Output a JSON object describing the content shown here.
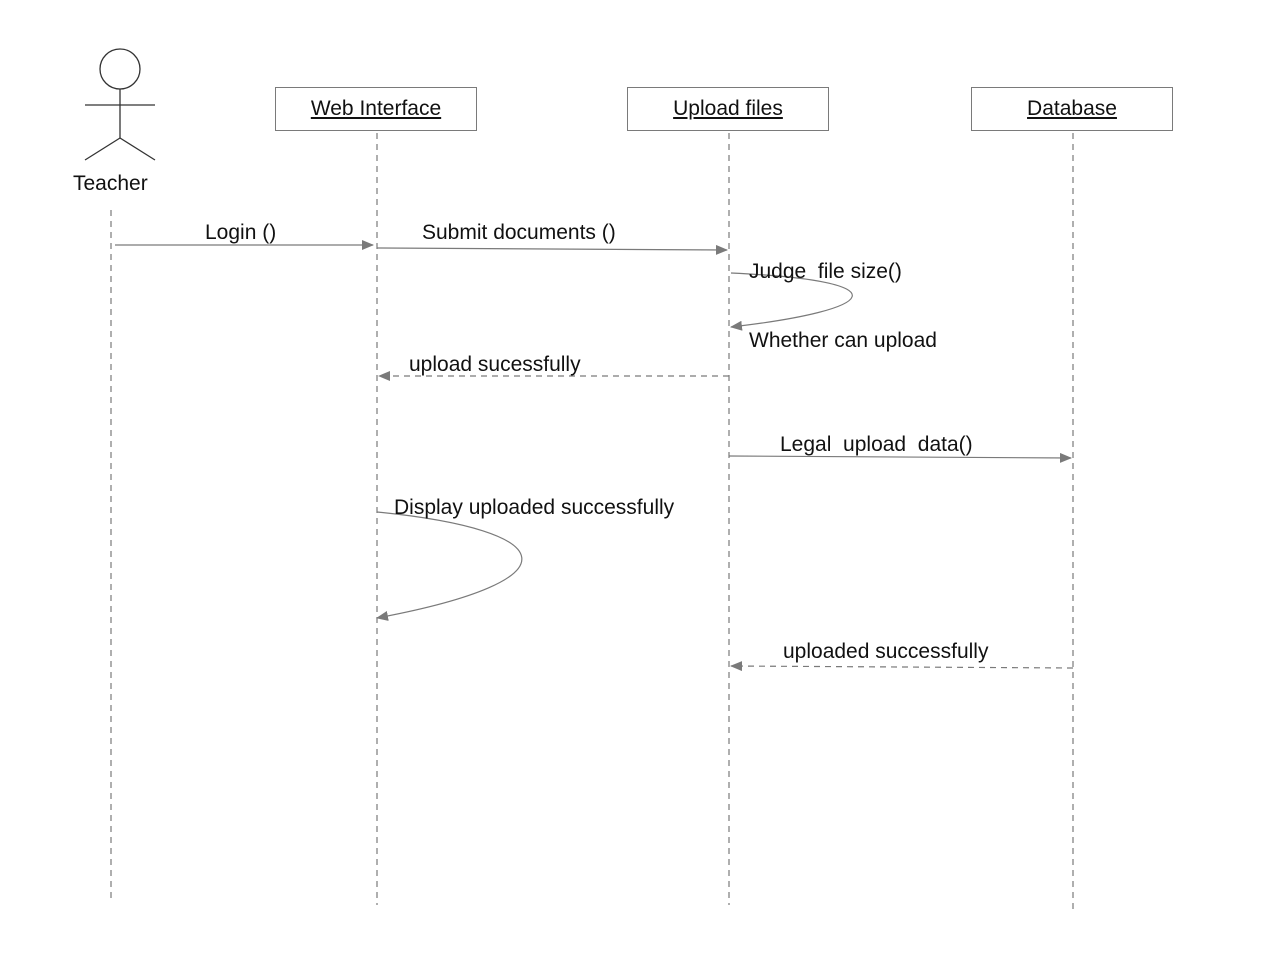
{
  "actor": {
    "name": "Teacher",
    "icon": "stick-figure-icon"
  },
  "objects": [
    {
      "id": "web",
      "label": "Web Interface"
    },
    {
      "id": "upload",
      "label": "Upload files"
    },
    {
      "id": "db",
      "label": "Database"
    }
  ],
  "messages": {
    "login": "Login ()",
    "submit": "Submit documents ()",
    "judge": "Judge  file size()",
    "whether": "Whether can upload",
    "upload_ok": "upload sucessfully",
    "legal": "Legal  upload  data()",
    "display": "Display uploaded successfully",
    "uploaded_ok": "uploaded successfully"
  },
  "colors": {
    "line": "#7a7a7a",
    "text": "#111111",
    "background": "#ffffff"
  }
}
